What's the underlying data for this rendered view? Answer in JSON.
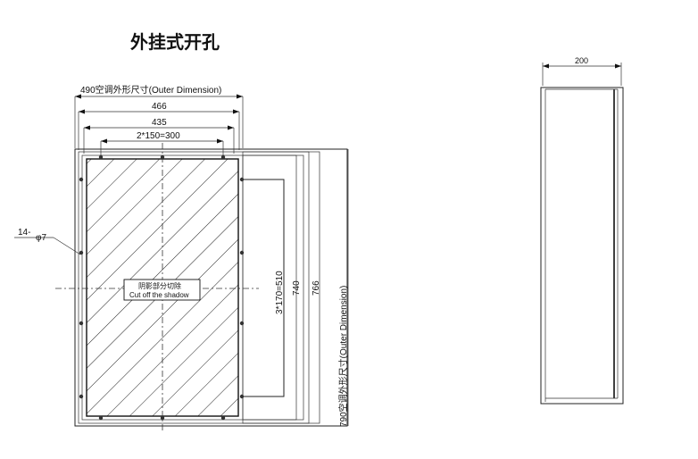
{
  "title": "外挂式开孔",
  "front": {
    "outer_width_label": "490空调外形尺寸(Outer Dimension)",
    "width_466": "466",
    "width_435": "435",
    "hole_spacing_top": "2*150=300",
    "hole_callout": "14-",
    "hole_dia": "φ7",
    "cut_note_cn": "阴影部分切除",
    "cut_note_en": "Cut off the shadow",
    "height_hole_spacing": "3*170=510",
    "height_740": "740",
    "height_766": "766",
    "outer_height_label": "790空调外形尺寸(Outer Dimension)"
  },
  "side": {
    "depth_label": "200"
  }
}
